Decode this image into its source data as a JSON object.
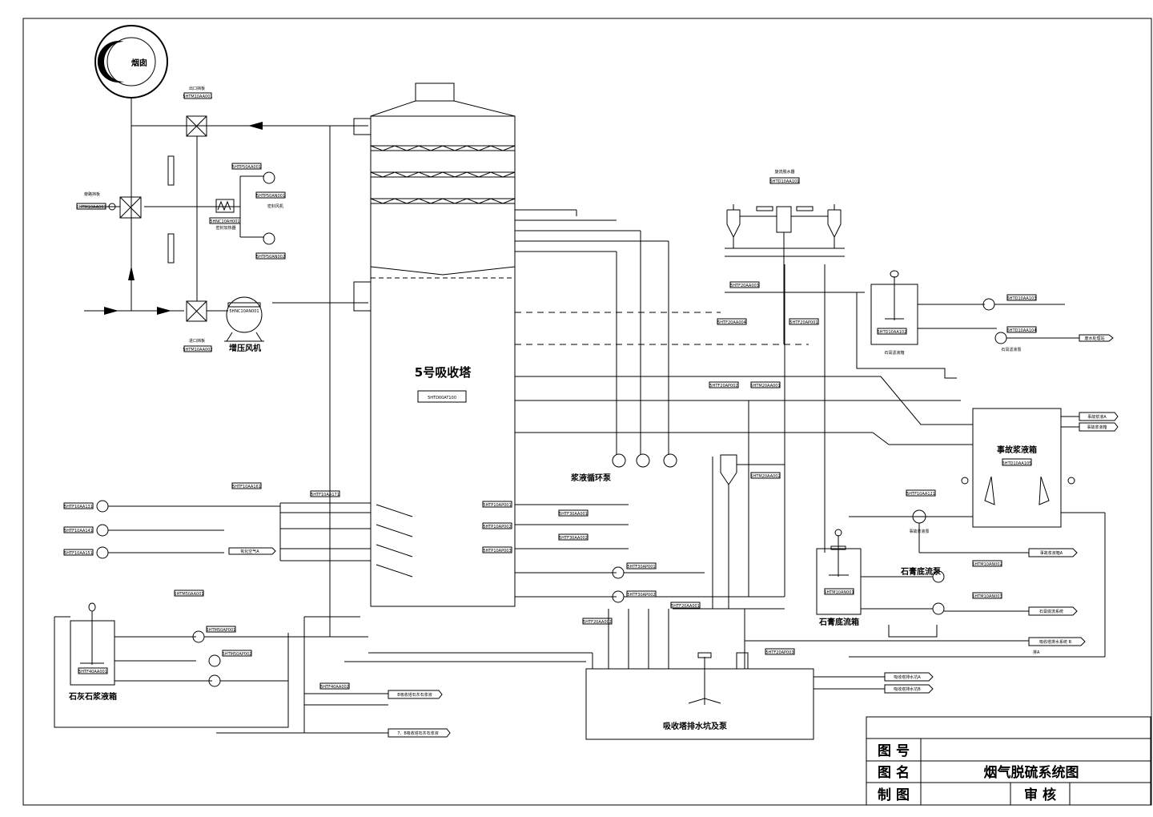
{
  "chimney": {
    "label": "烟囱"
  },
  "tower": {
    "title": "5号吸收塔",
    "code": "5HTD00AT100"
  },
  "booster_fan": {
    "label": "增压风机",
    "code": "5HNC10AN001"
  },
  "outlet_damper": {
    "label": "出口挡板"
  },
  "inlet_damper": {
    "label": "进口挡板"
  },
  "bypass_damper": {
    "label": "旁路挡板"
  },
  "seal_fan": {
    "label": "密封风机"
  },
  "seal_heater": {
    "label": "密封加热器"
  },
  "recirc_pumps": {
    "label": "浆液循环泵"
  },
  "cyclone": {
    "label": "旋流脱水器"
  },
  "gypsum_slurry_tank": {
    "label": "石膏滤液箱"
  },
  "gypsum_pump_label": {
    "label": "石膏滤液泵"
  },
  "emergency_tank": {
    "label": "事故浆液箱"
  },
  "emergency_pump": {
    "label": "事故浆液泵"
  },
  "gypsum_bottom_tank": {
    "label": "石膏底流箱"
  },
  "gypsum_bottom_pump": {
    "label": "石膏底流泵"
  },
  "limestone_tank": {
    "label": "石灰石浆液箱"
  },
  "drain_pit": {
    "label": "吸收塔排水坑及泵"
  },
  "oxidation_air": {
    "label": "氧化空气A"
  },
  "outputs": {
    "waste_water": "废水处理站",
    "emergency_in_a": "事故浆液A",
    "emergency_in_b": "事故浆液箱",
    "emergency_out": "事故浆液箱A",
    "gypsum_bottom_out": "石膏底流系统",
    "drain_out": "吸收塔排水系统 B",
    "drain_out_note": "排A",
    "pit_out_a": "吸收塔排水坑A",
    "pit_out_b": "吸收塔排水坑B",
    "limestone_out_a": "B吸收塔石灰石浆液",
    "limestone_out_b": "7、B吸收塔石灰石浆液"
  },
  "title_block": {
    "drawing_no_label": "图 号",
    "drawing_name_label": "图 名",
    "drawing_name_value": "烟气脱硫系统图",
    "drawn_by_label": "制 图",
    "reviewed_label": "审 核"
  },
  "tags": {
    "t01": "5HTM10AA001",
    "t02": "5HTM10AA002",
    "t03": "5HTM10AA003",
    "t04": "5HTP50AA001",
    "t05": "5HTP50AN001",
    "t06": "5HTP50AN002",
    "t07": "5HTM20AA001",
    "t08": "5HTM20AA002",
    "t09": "5HNC10AH001",
    "t10": "5HTD10AA101",
    "t11": "5HTD10AA102",
    "t12": "5HTD10AA103",
    "t13": "5HTD10AA104",
    "t14": "5HTD10AA105",
    "t15": "5HTF10AA121",
    "t16": "5HTM10AN001",
    "t17": "5HTM10AN002",
    "t18": "5HTM10AN003",
    "t19": "5HTF10AA131",
    "t20": "5HTF10AA141",
    "t21": "5HTF10AA151",
    "t22": "5HTF10AA161",
    "t23": "5HTF10AA171",
    "t24": "5HTP10AP001",
    "t25": "5HTP10AP002",
    "t26": "5HTP10AP003",
    "t27": "5HTF30AA001",
    "t28": "5HTF30AA002",
    "t29": "5HTF30AP001",
    "t30": "5HTF30AP002",
    "t31": "5HTF40AA001",
    "t32": "5HTF40AA002",
    "t33": "5HTM50AA001",
    "t34": "5HTM50AP001",
    "t35": "5HTM50AP002",
    "t36": "5HTF20AA001",
    "t37": "5HTF20AA002",
    "t38": "5HTF20AA003",
    "t39": "5HTF20AA004",
    "t40": "5HTF20AP001",
    "t41": "5HTF20AP002",
    "t42": "5HTF20AP003"
  }
}
